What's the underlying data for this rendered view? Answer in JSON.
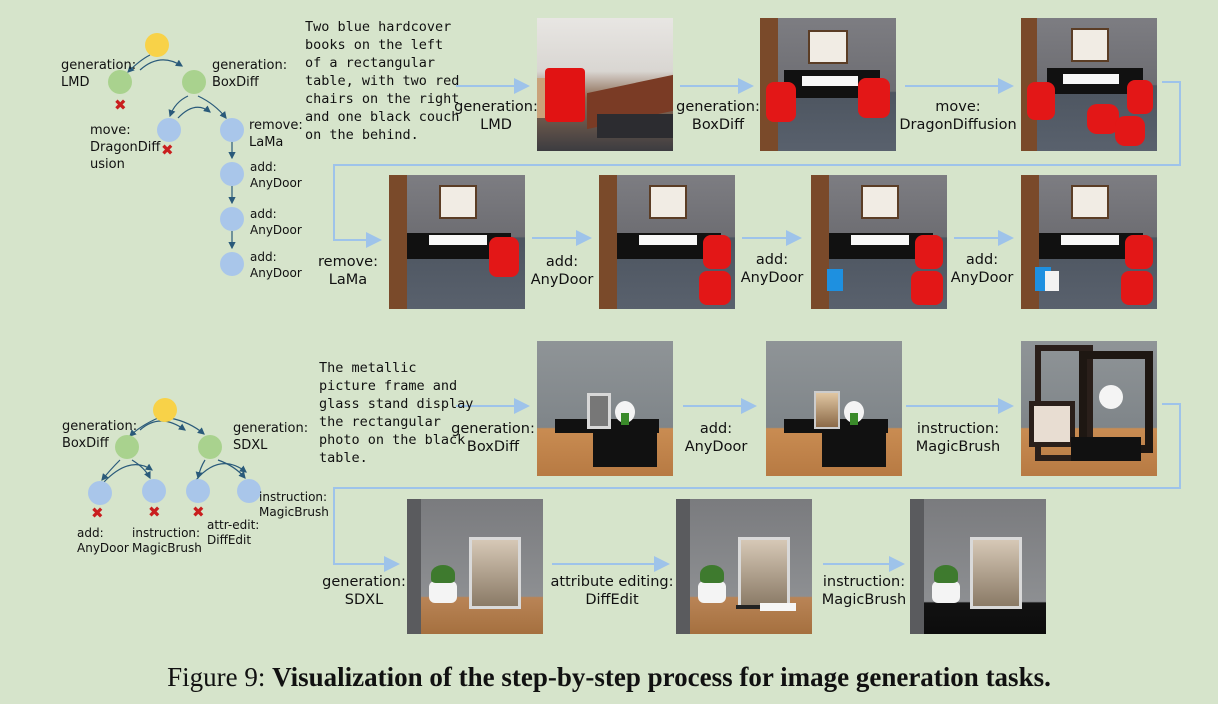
{
  "caption": {
    "prefix": "Figure 9:",
    "bold": "Visualization of the step-by-step process for image generation tasks."
  },
  "top": {
    "tree_labels": {
      "gen_lmd": "generation:\nLMD",
      "gen_boxdiff": "generation:\nBoxDiff",
      "move": "move:\nDragonDiff\nusion",
      "remove": "remove:\nLaMa",
      "add1": "add:\nAnyDoor",
      "add2": "add:\nAnyDoor",
      "add3": "add:\nAnyDoor"
    },
    "prompt": "Two blue hardcover\nbooks on the left\nof a rectangular\ntable, with two red\nchairs on the right\nand one black couch\non the behind.",
    "steps": [
      "generation:\nLMD",
      "generation:\nBoxDiff",
      "move:\nDragonDiffusion",
      "remove:\nLaMa",
      "add:\nAnyDoor",
      "add:\nAnyDoor",
      "add:\nAnyDoor"
    ]
  },
  "bottom": {
    "tree_labels": {
      "gen_boxdiff": "generation:\nBoxDiff",
      "gen_sdxl": "generation:\nSDXL",
      "add": "add:\nAnyDoor",
      "instr1": "instruction:\nMagicBrush",
      "attr": "attr-edit:\nDiffEdit",
      "instr2": "instruction:\nMagicBrush"
    },
    "prompt": "The metallic\npicture frame and\nglass stand display\nthe rectangular\nphoto on the black\ntable.",
    "steps": [
      "generation:\nBoxDiff",
      "add:\nAnyDoor",
      "instruction:\nMagicBrush",
      "generation:\nSDXL",
      "attribute editing:\nDiffEdit",
      "instruction:\nMagicBrush"
    ]
  },
  "colors": {
    "background": "#d6e4cb",
    "root": "#f8d248",
    "gen_node": "#a9d28e",
    "edit_node": "#a9c6ea",
    "fail_mark": "#c91e1e",
    "arrow": "#9ec3ea"
  }
}
